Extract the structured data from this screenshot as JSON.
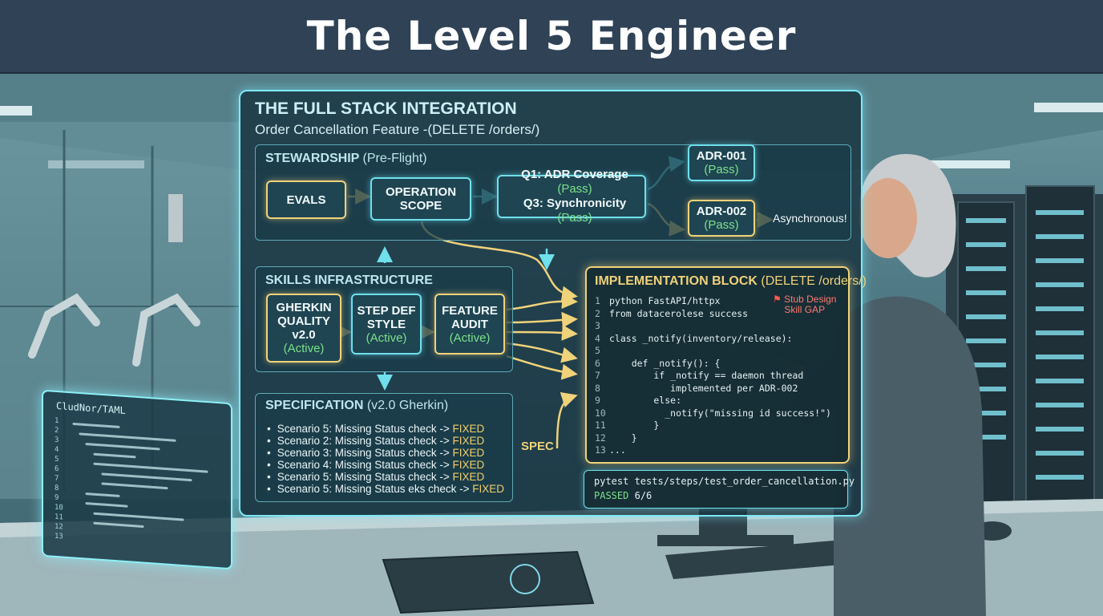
{
  "header": {
    "title": "The Level 5 Engineer"
  },
  "panel": {
    "title": "THE FULL STACK INTEGRATION",
    "subtitle": "Order Cancellation Feature -(DELETE /orders/)"
  },
  "stewardship": {
    "title": "STEWARDSHIP",
    "title_suffix": "(Pre-Flight)",
    "evals": "EVALS",
    "operation_scope_1": "OPERATION",
    "operation_scope_2": "SCOPE",
    "q1_label": "Q1: ADR Coverage",
    "q1_status": "(Pass)",
    "q3_label": "Q3: Synchronicity",
    "q3_status": "(Pass)",
    "adr1": "ADR-001",
    "adr1_status": "(Pass)",
    "adr2": "ADR-002",
    "adr2_status": "(Pass)",
    "async_note": "Asynchronous!"
  },
  "skills": {
    "title": "SKILLS INFRASTRUCTURE",
    "gherkin_1": "GHERKIN",
    "gherkin_2": "QUALITY",
    "gherkin_3": "v2.0",
    "gherkin_status": "(Active)",
    "stepdef_1": "STEP DEF",
    "stepdef_2": "STYLE",
    "stepdef_status": "(Active)",
    "audit_1": "FEATURE",
    "audit_2": "AUDIT",
    "audit_status": "(Active)"
  },
  "specification": {
    "title": "SPECIFICATION",
    "title_suffix": "(v2.0 Gherkin)",
    "fixed_label": "FIXED",
    "items": [
      "Scenario 5: Missing Status check ->",
      "Scenario 2: Missing Status check ->",
      "Scenario 3: Missing Status check ->",
      "Scenario 4: Missing Status check ->",
      "Scenario 5: Missing Status check ->",
      "Scenario 5: Missing Status eks check ->"
    ],
    "spec_tag": "SPEC"
  },
  "implementation": {
    "title": "IMPLEMENTATION BLOCK",
    "title_suffix": "(DELETE /orders/)",
    "stub_1": "Stub Design",
    "stub_2": "Skill GAP",
    "code": [
      {
        "n": "1",
        "t": "python FastAPI/httpx"
      },
      {
        "n": "2",
        "t": "from datacerolese success"
      },
      {
        "n": "3",
        "t": ""
      },
      {
        "n": "4",
        "t": "class _notify(inventory/release):"
      },
      {
        "n": "5",
        "t": ""
      },
      {
        "n": "6",
        "t": "    def _notify(): {"
      },
      {
        "n": "7",
        "t": "        if _notify == daemon thread"
      },
      {
        "n": "8",
        "t": "           implemented per ADR-002"
      },
      {
        "n": "9",
        "t": "        else:"
      },
      {
        "n": "10",
        "t": "          _notify(\"missing id success!\")"
      },
      {
        "n": "11",
        "t": "        }"
      },
      {
        "n": "12",
        "t": "    }"
      },
      {
        "n": "13",
        "t": "..."
      }
    ]
  },
  "tests": {
    "command": "pytest tests/steps/test_order_cancellation.py",
    "passed_label": "PASSED",
    "passed_count": "6/6"
  },
  "left_monitor": {
    "title": "CludNor/TAML",
    "line_numbers": [
      "1",
      "2",
      "3",
      "4",
      "5",
      "6",
      "7",
      "8",
      "9",
      "10",
      "11",
      "12",
      "13"
    ]
  },
  "colors": {
    "accent_cyan": "#7fe9f5",
    "accent_gold": "#f0d27a",
    "pass_green": "#7be08a",
    "warning_red": "#ff7a6e"
  }
}
